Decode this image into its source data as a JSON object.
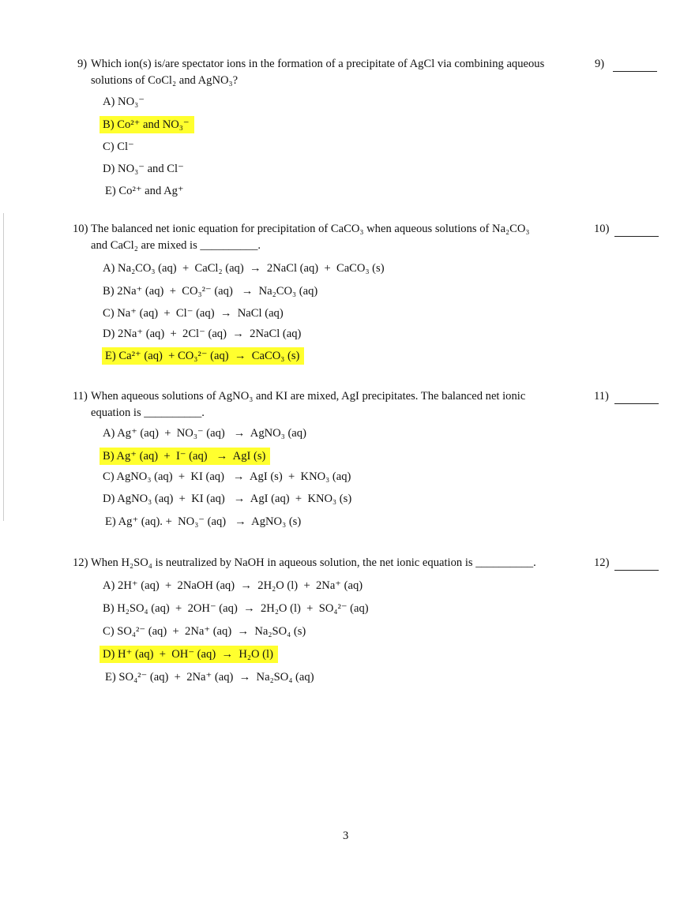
{
  "page_number": "3",
  "questions": [
    {
      "number": "9)",
      "text_lines": [
        "Which ion(s) is/are spectator ions in the formation of a precipitate of AgCl via combining aqueous",
        "solutions of CoCl₂ and AgNO₃?"
      ],
      "answer_label": "9)",
      "options": [
        {
          "text": "A) NO₃⁻",
          "highlighted": false
        },
        {
          "text": "B) Co²⁺ and NO₃⁻",
          "highlighted": true
        },
        {
          "text": "C) Cl⁻",
          "highlighted": false
        },
        {
          "text": "D) NO₃⁻ and Cl⁻",
          "highlighted": false
        },
        {
          "text": "E) Co²⁺ and Ag⁺",
          "highlighted": false
        }
      ]
    },
    {
      "number": "10)",
      "text_lines": [
        "The balanced net ionic equation for precipitation of CaCO₃ when aqueous solutions of Na₂CO₃",
        "and CaCl₂ are mixed is __________."
      ],
      "answer_label": "10)",
      "options": [
        {
          "text": "A) Na₂CO₃ (aq)  +  CaCl₂ (aq)  →  2NaCl (aq)  +  CaCO₃ (s)",
          "highlighted": false
        },
        {
          "text": "B) 2Na⁺ (aq)  +  CO₃²⁻ (aq)   →  Na₂CO₃ (aq)",
          "highlighted": false
        },
        {
          "text": "C) Na⁺ (aq)  +  Cl⁻ (aq)  →  NaCl (aq)",
          "highlighted": false
        },
        {
          "text": "D) 2Na⁺ (aq)  +  2Cl⁻ (aq)  →  2NaCl (aq)",
          "highlighted": false
        },
        {
          "text": "E) Ca²⁺ (aq)  + CO₃²⁻ (aq)  →  CaCO₃ (s)",
          "highlighted": true
        }
      ]
    },
    {
      "number": "11)",
      "text_lines": [
        "When aqueous solutions of AgNO₃ and KI are mixed, AgI precipitates.  The balanced net ionic",
        "equation is __________."
      ],
      "answer_label": "11)",
      "options": [
        {
          "text": "A) Ag⁺ (aq)  +  NO₃⁻ (aq)   →  AgNO₃ (aq)",
          "highlighted": false
        },
        {
          "text": "B) Ag⁺ (aq)  +  I⁻ (aq)   →  AgI (s)",
          "highlighted": true
        },
        {
          "text": "C) AgNO₃ (aq)  +  KI (aq)   →  AgI (s)  +  KNO₃ (aq)",
          "highlighted": false
        },
        {
          "text": "D) AgNO₃ (aq)  +  KI (aq)   →  AgI (aq)  +  KNO₃ (s)",
          "highlighted": false
        },
        {
          "text": "E) Ag⁺ (aq). +  NO₃⁻ (aq)   →  AgNO₃ (s)",
          "highlighted": false
        }
      ]
    },
    {
      "number": "12)",
      "text_lines": [
        "When H₂SO₄ is neutralized by NaOH in aqueous solution, the net ionic equation is __________."
      ],
      "answer_label": "12)",
      "options": [
        {
          "text": "A) 2H⁺ (aq)  +  2NaOH (aq)  →  2H₂O (l)  +  2Na⁺ (aq)",
          "highlighted": false
        },
        {
          "text": "B) H₂SO₄ (aq)  +  2OH⁻ (aq)  →  2H₂O (l)  +  SO₄²⁻ (aq)",
          "highlighted": false
        },
        {
          "text": "C) SO₄²⁻ (aq)  +  2Na⁺ (aq)  →  Na₂SO₄ (s)",
          "highlighted": false
        },
        {
          "text": "D) H⁺ (aq)  +  OH⁻ (aq)  →  H₂O (l)",
          "highlighted": true
        },
        {
          "text": "E) SO₄²⁻ (aq)  +  2Na⁺ (aq)  →  Na₂SO₄ (aq)",
          "highlighted": false
        }
      ]
    }
  ]
}
